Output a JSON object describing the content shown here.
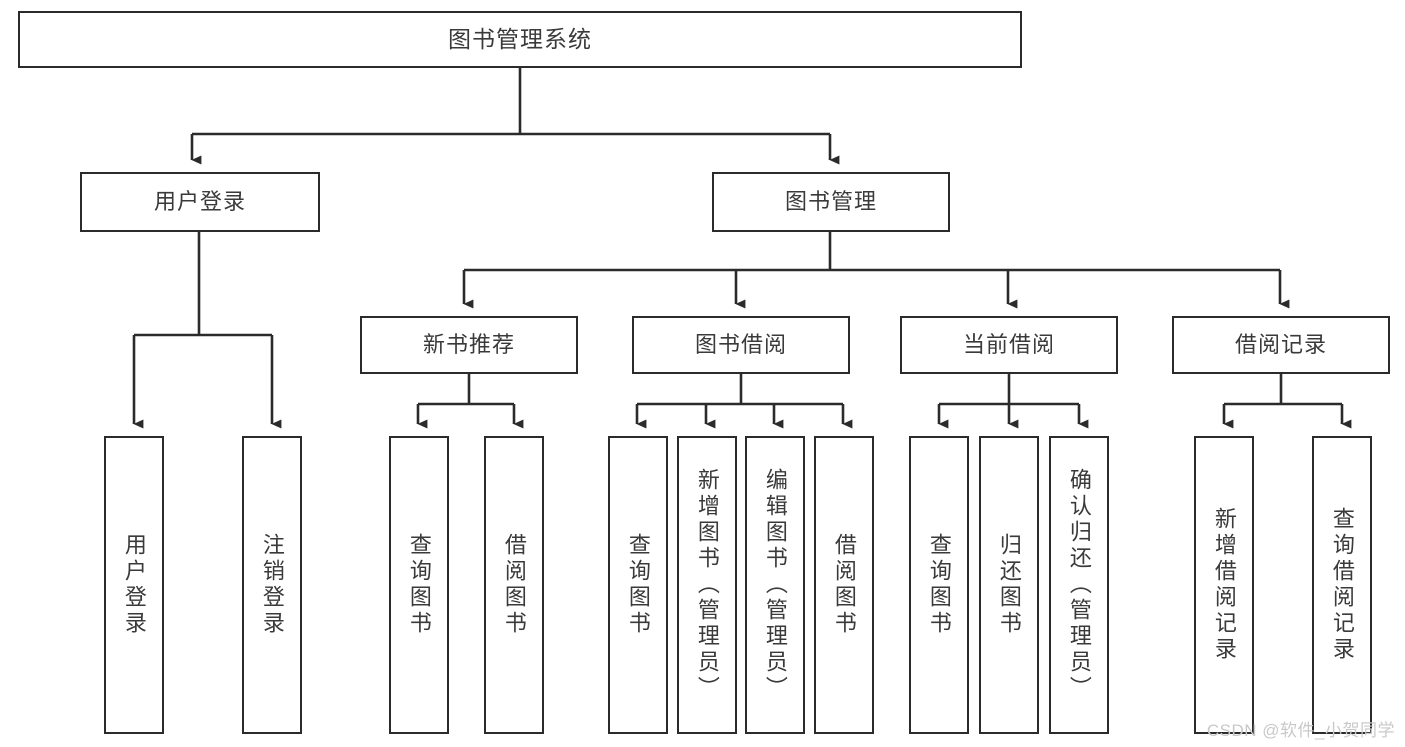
{
  "diagram": {
    "title": "图书管理系统",
    "type": "tree-hierarchy-chart",
    "watermark": "CSDN @软件_小贺同学",
    "colors": {
      "box_border": "#2b2b2b",
      "box_fill": "#ffffff",
      "connector": "#2b2b2b",
      "text": "#3a3a3a",
      "watermark": "#c9c9c9",
      "background": "#ffffff"
    },
    "root": {
      "label": "图书管理系统"
    },
    "level1": [
      {
        "label": "用户登录"
      },
      {
        "label": "图书管理"
      }
    ],
    "level2": [
      {
        "label": "新书推荐"
      },
      {
        "label": "图书借阅"
      },
      {
        "label": "当前借阅"
      },
      {
        "label": "借阅记录"
      }
    ],
    "leaves": {
      "user_login": [
        {
          "label": "用户登录"
        },
        {
          "label": "注销登录"
        }
      ],
      "new_book_recommend": [
        {
          "label": "查询图书"
        },
        {
          "label": "借阅图书"
        }
      ],
      "book_borrow": [
        {
          "label": "查询图书"
        },
        {
          "label": "新增图书（管理员）"
        },
        {
          "label": "编辑图书（管理员）"
        },
        {
          "label": "借阅图书"
        }
      ],
      "current_borrow": [
        {
          "label": "查询图书"
        },
        {
          "label": "归还图书"
        },
        {
          "label": "确认归还（管理员）"
        }
      ],
      "borrow_record": [
        {
          "label": "新增借阅记录"
        },
        {
          "label": "查询借阅记录"
        }
      ]
    }
  }
}
